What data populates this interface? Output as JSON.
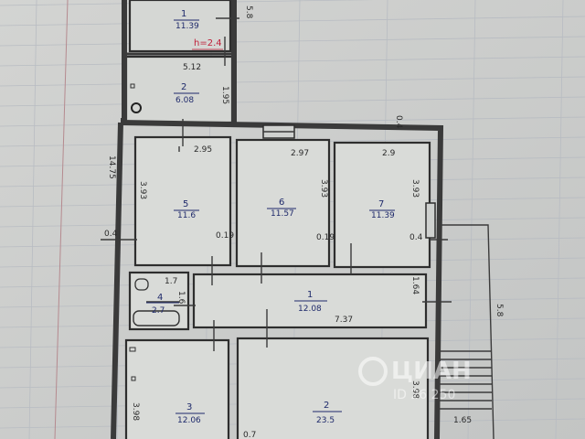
{
  "rooms": [
    {
      "id": "r1top",
      "num": "1",
      "area": "11.39"
    },
    {
      "id": "r2top",
      "num": "2",
      "area": "6.08"
    },
    {
      "id": "r5",
      "num": "5",
      "area": "11.6"
    },
    {
      "id": "r6",
      "num": "6",
      "area": "11.57"
    },
    {
      "id": "r7",
      "num": "7",
      "area": "11.39"
    },
    {
      "id": "r4",
      "num": "4",
      "area": "2.7"
    },
    {
      "id": "r1hall",
      "num": "1",
      "area": "12.08"
    },
    {
      "id": "r3",
      "num": "3",
      "area": "12.06"
    },
    {
      "id": "r2big",
      "num": "2",
      "area": "23.5"
    }
  ],
  "dimensions": {
    "top_right": "5.8",
    "top_width": "5.12",
    "room2_height": "1.95",
    "outer_corner": "0.4",
    "outer_left": "14.75",
    "room5_width": "2.95",
    "room6_width": "2.97",
    "room7_width": "2.9",
    "room5_height": "3.93",
    "room6_height": "3.93",
    "room7_height": "3.93",
    "left_wall": "0.4",
    "gap_5_6": "0.19",
    "gap_6_7": "0.19",
    "gap_7_out": "0.4",
    "room4_width": "1.7",
    "room4_height": "1.6",
    "hall_height": "1.64",
    "hall_length": "7.37",
    "porch_length": "5.8",
    "room3_height": "3.98",
    "room2_height_big": "3.98",
    "stairs_width": "1.65",
    "bottom_mark": "0.7"
  },
  "annotation": {
    "height_note": "h=2.4"
  },
  "watermark": {
    "text": "ЦИАН",
    "sub": "ID 26 250"
  }
}
